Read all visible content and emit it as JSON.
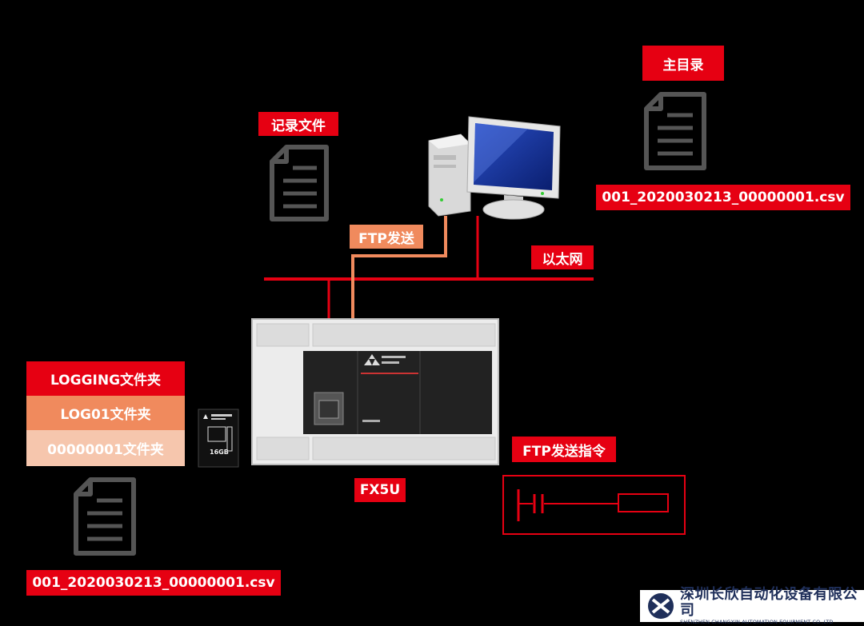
{
  "labels": {
    "record_file": "记录文件",
    "main_dir": "主目录",
    "main_csv": "001_2020030213_00000001.csv",
    "ftp_send": "FTP发送",
    "ethernet": "以太网",
    "logging_folder": "LOGGING文件夹",
    "log01_folder": "LOG01文件夹",
    "log_sub_folder": "00000001文件夹",
    "sd_csv": "001_2020030213_00000001.csv",
    "fx5u": "FX5U",
    "ftp_cmd": "FTP发送指令",
    "sd_capacity": "16GB"
  },
  "watermark": {
    "cn": "深圳长欣自动化设备有限公司",
    "en": "SHENZHEN CHANGXIN AUTOMATION EQUIPMENT CO.,LTD"
  },
  "colors": {
    "red": "#e60012",
    "orange": "#f08a5d",
    "pale": "#f6c6ad"
  }
}
